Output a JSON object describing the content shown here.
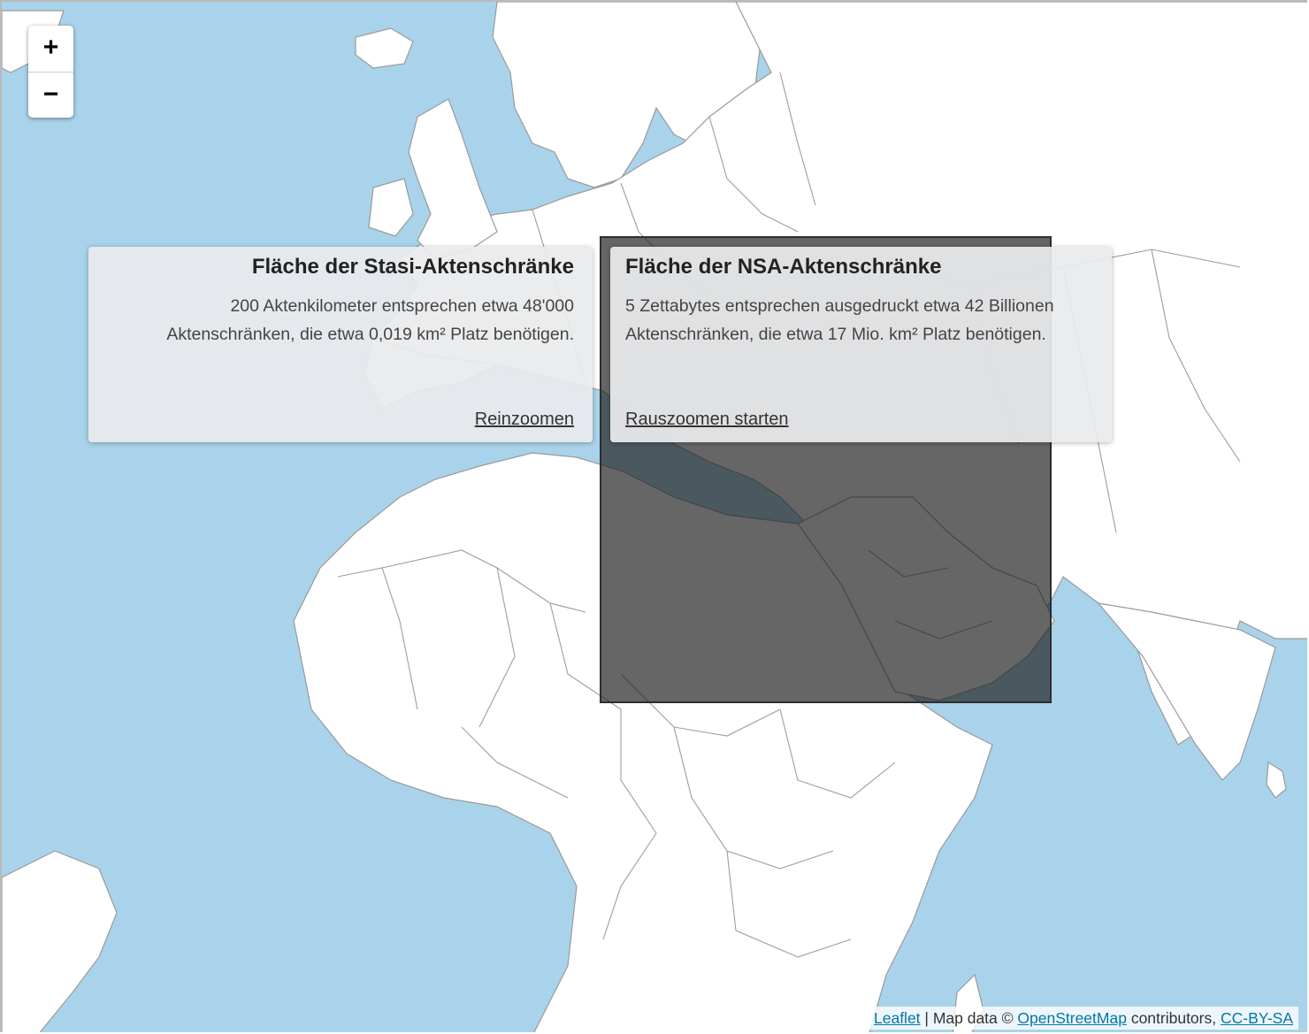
{
  "map": {
    "zoom_in_label": "+",
    "zoom_out_label": "−",
    "water_color": "#a9d3ea",
    "land_color": "#ffffff",
    "overlay_color": "#1e1e1e"
  },
  "stasi_panel": {
    "title": "Fläche der Stasi-Aktenschränke",
    "body": "200 Aktenkilometer entsprechen etwa 48'000 Aktenschränken, die etwa 0,019 km² Platz benötigen.",
    "link": "Reinzoomen"
  },
  "nsa_panel": {
    "title": "Fläche der NSA-Aktenschränke",
    "body": "5 Zettabytes entsprechen ausgedruckt etwa 42 Billionen Aktenschränken, die etwa 17 Mio. km² Platz benötigen.",
    "link": "Rauszoomen starten"
  },
  "attribution": {
    "leaflet": "Leaflet",
    "sep": " | Map data © ",
    "osm": "OpenStreetMap",
    "contributors": " contributors, ",
    "license": "CC-BY-SA"
  }
}
